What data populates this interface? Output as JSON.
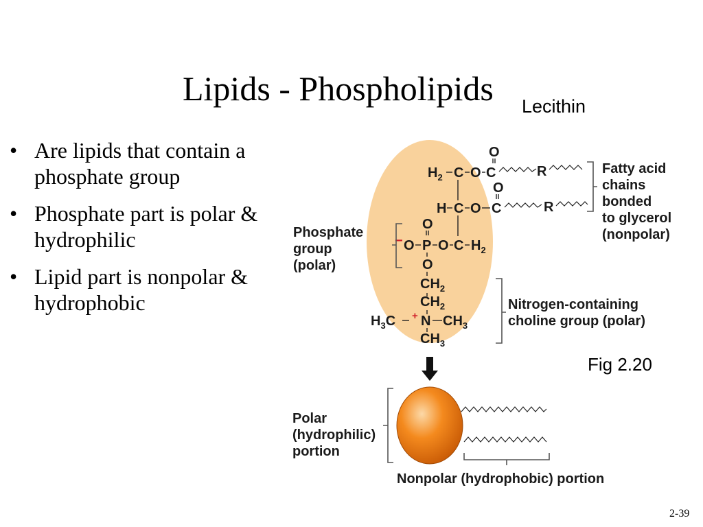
{
  "slide": {
    "title": "Lipids - Phospholipids",
    "subtitle": "Lecithin",
    "fig_label": "Fig 2.20",
    "slide_number": "2-39"
  },
  "bullets": [
    {
      "marker": "•",
      "text": "Are lipids that contain a phosphate group"
    },
    {
      "marker": "•",
      "text": "Phosphate part is polar & hydrophilic"
    },
    {
      "marker": "•",
      "text": "Lipid part is nonpolar & hydrophobic"
    }
  ],
  "diagram": {
    "labels": {
      "fatty_acid": [
        "Fatty acid",
        "chains",
        "bonded",
        "to glycerol",
        "(nonpolar)"
      ],
      "phosphate": [
        "Phosphate",
        "group",
        "(polar)"
      ],
      "choline": [
        "Nitrogen-containing",
        "choline group (polar)"
      ],
      "polar_portion": [
        "Polar",
        "(hydrophilic)",
        "portion"
      ],
      "nonpolar_portion": "Nonpolar (hydrophobic) portion"
    },
    "atoms": {
      "O": "O",
      "C": "C",
      "H": "H",
      "P": "P",
      "N": "N",
      "R": "R",
      "H2": "H",
      "CH": "CH",
      "H3C": "H",
      "CH3_C": "C",
      "sub2": "2",
      "sub3": "3",
      "minus": "−",
      "plus": "+"
    },
    "colors": {
      "polar_highlight": "#f9d29c",
      "head_ball": "#f07a10",
      "charge_red": "#d0202a"
    }
  }
}
